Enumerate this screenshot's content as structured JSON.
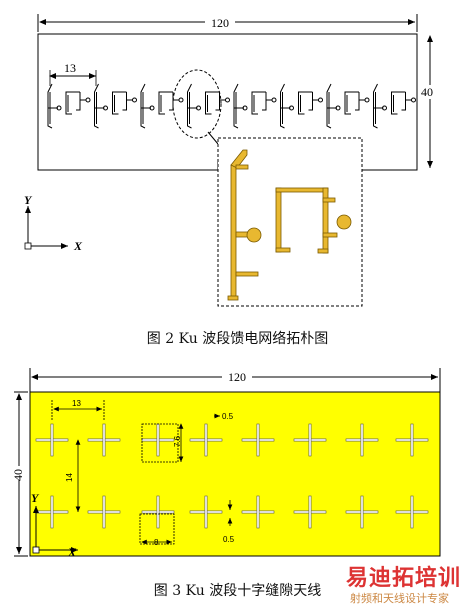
{
  "figure2": {
    "dim_width": "120",
    "dim_height": "40",
    "dim_unit_cell": "13",
    "axis_y": "Y",
    "axis_x": "X",
    "caption": "图 2    Ku 波段馈电网络拓朴图",
    "colors": {
      "stripline": "#e8b830",
      "stripline_outline": "#7a5a00"
    }
  },
  "figure3": {
    "dim_width": "120",
    "dim_height": "40",
    "dim_pitch_x": "13",
    "dim_pitch_y": "14",
    "dim_slot_width": "0.5",
    "dim_slot_length": "7.6",
    "dim_slot_width_2": "0.5",
    "dim_cell": "8",
    "axis_y": "Y",
    "axis_x": "X",
    "caption": "图 3    Ku 波段十字缝隙天线",
    "colors": {
      "board": "#ffff00",
      "slot_outline": "#555555"
    }
  },
  "watermark": {
    "title": "易迪拓培训",
    "subtitle": "射频和天线设计专家"
  }
}
